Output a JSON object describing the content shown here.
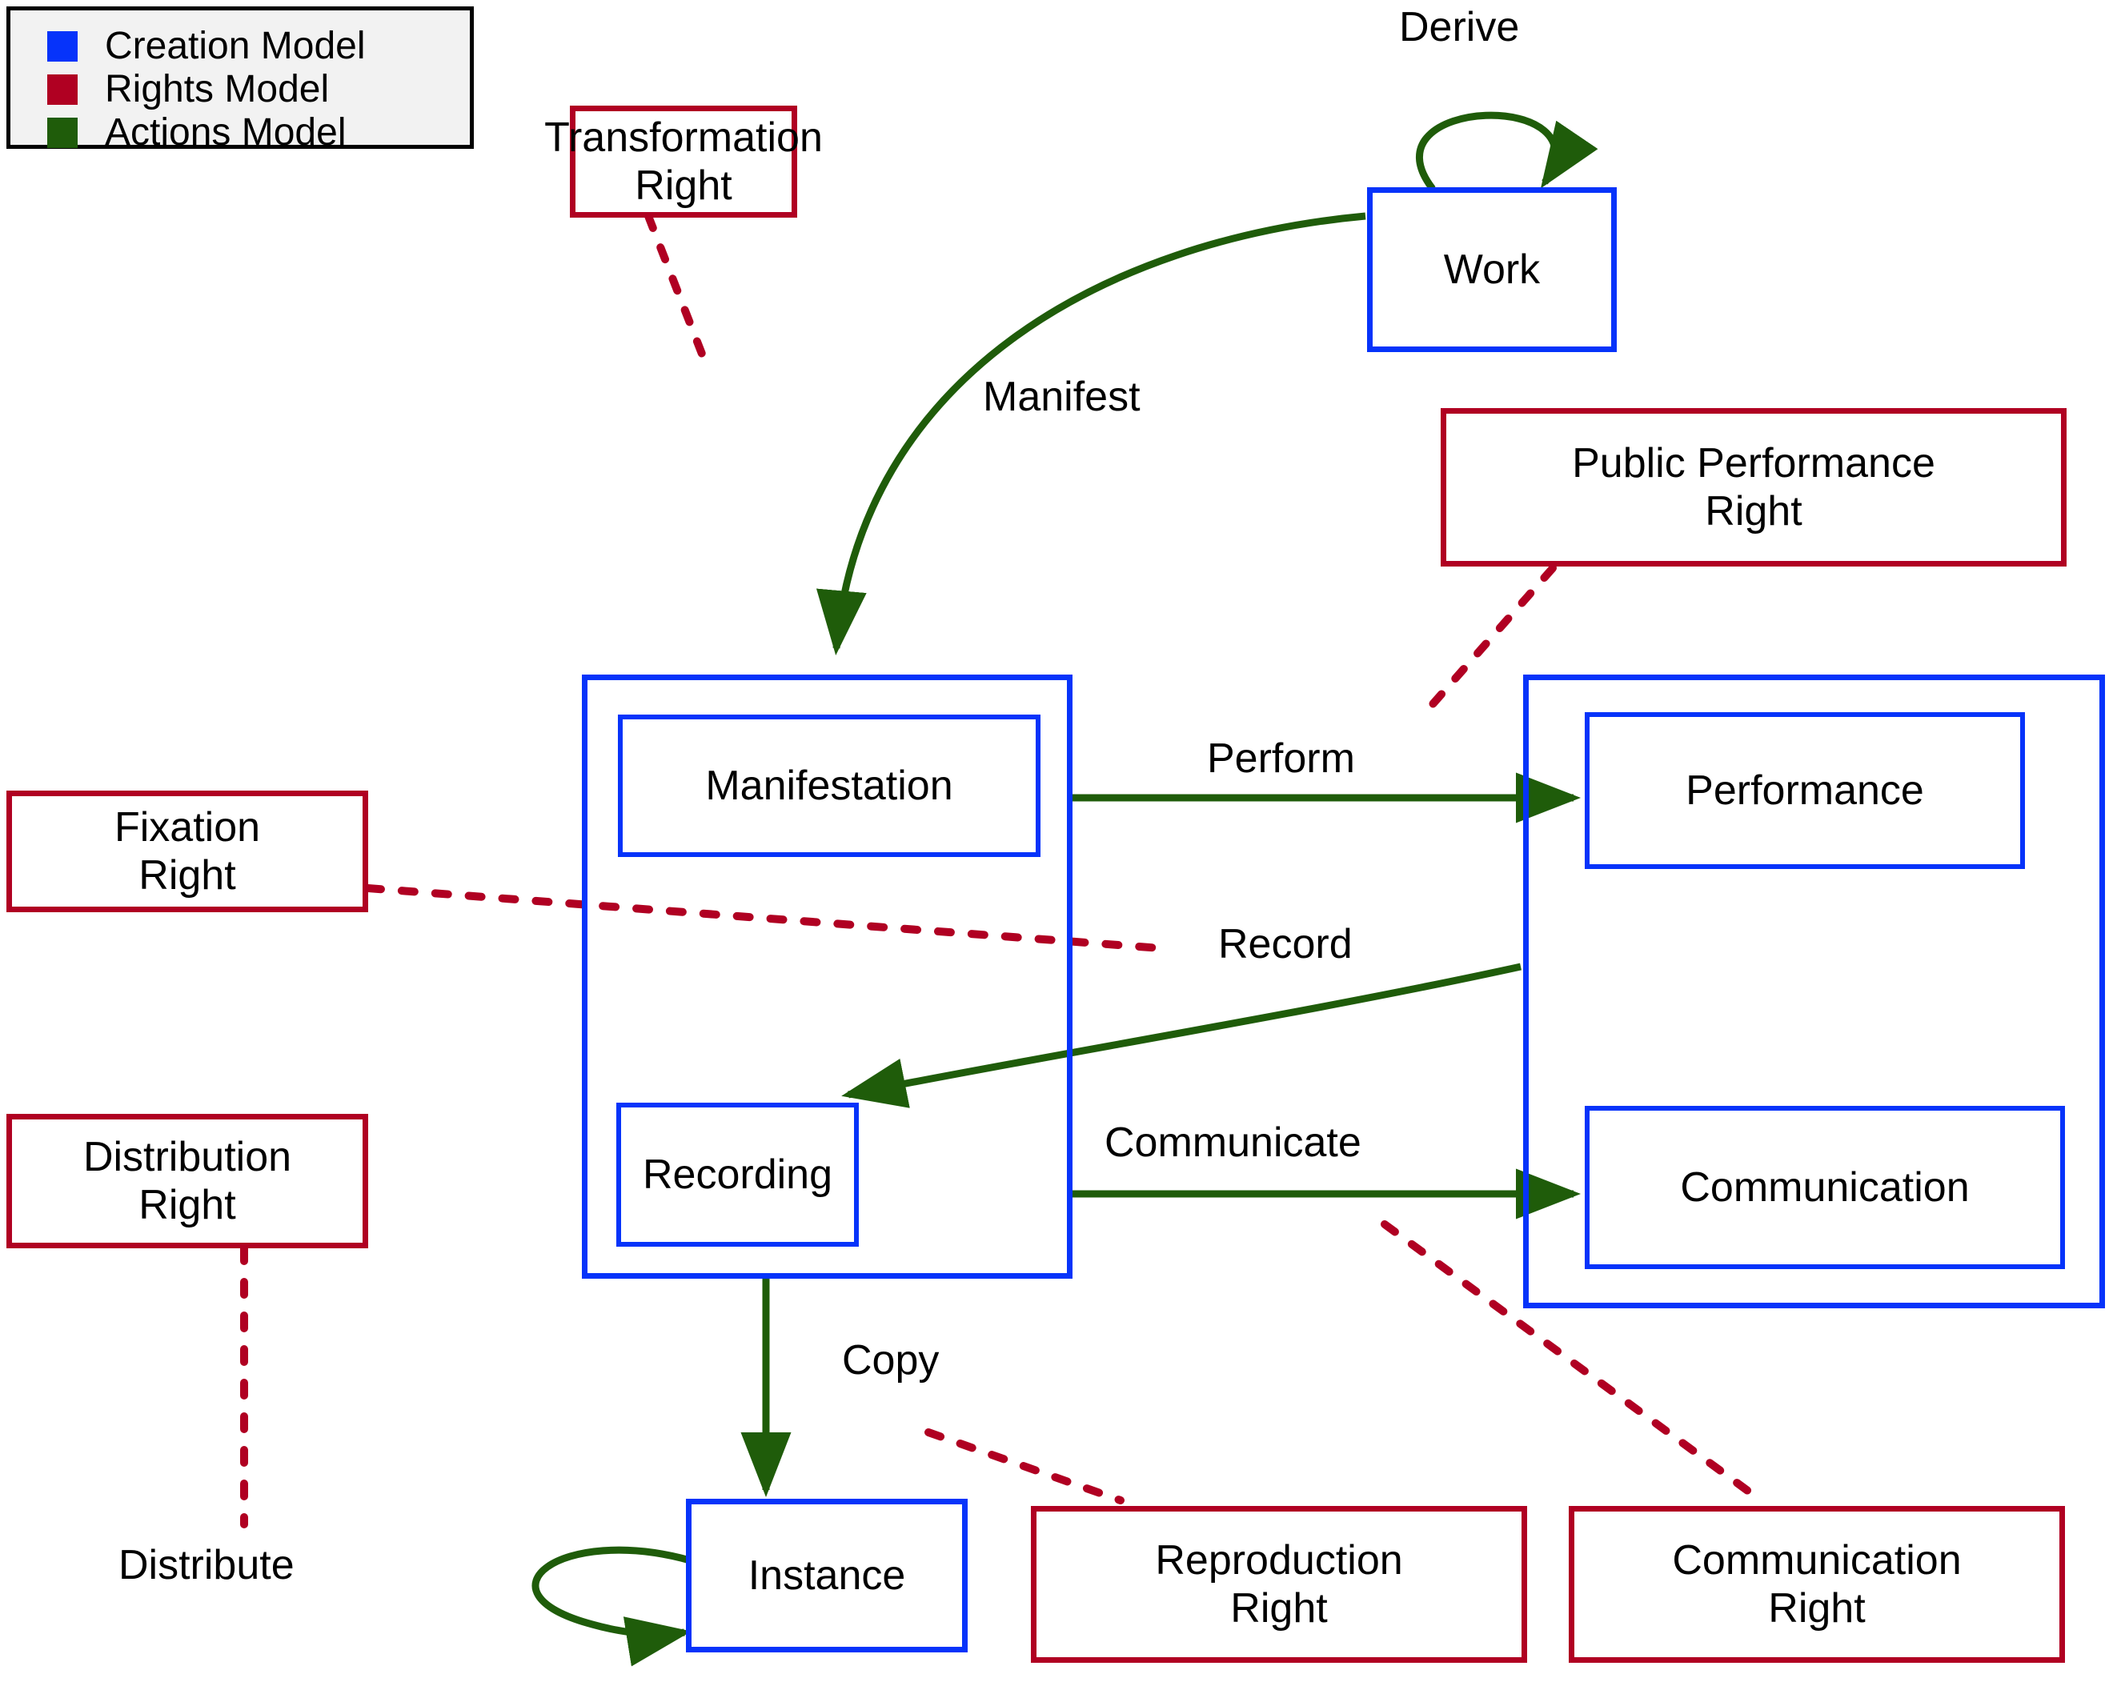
{
  "diagram": {
    "title": "Creation / Rights / Actions model relationships",
    "colors": {
      "creation": "#0633FA",
      "rights": "#B00022",
      "actions": "#1F5C0A",
      "legend_background": "#F2F2F2",
      "legend_border": "#000000",
      "text": "#000000",
      "canvas": "#FFFFFF"
    }
  },
  "legend": {
    "items": [
      {
        "label": "Creation Model",
        "color": "#0633FA",
        "swatch": "square-swatch-blue"
      },
      {
        "label": "Rights Model",
        "color": "#B00022",
        "swatch": "square-swatch-red"
      },
      {
        "label": "Actions Model",
        "color": "#1F5C0A",
        "swatch": "square-swatch-green"
      }
    ]
  },
  "creation_nodes": [
    {
      "id": "work",
      "label": "Work"
    },
    {
      "id": "manifestation",
      "label": "Manifestation"
    },
    {
      "id": "recording",
      "label": "Recording"
    },
    {
      "id": "instance",
      "label": "Instance"
    },
    {
      "id": "performance",
      "label": "Performance"
    },
    {
      "id": "communication",
      "label": "Communication"
    }
  ],
  "rights_nodes": [
    {
      "id": "transformation_right",
      "label": "Transformation\nRight"
    },
    {
      "id": "public_performance_right",
      "label": "Public Performance\nRight"
    },
    {
      "id": "fixation_right",
      "label": "Fixation\nRight"
    },
    {
      "id": "distribution_right",
      "label": "Distribution\nRight"
    },
    {
      "id": "reproduction_right",
      "label": "Reproduction\nRight"
    },
    {
      "id": "communication_right",
      "label": "Communication\nRight"
    }
  ],
  "action_edges": [
    {
      "id": "derive",
      "label": "Derive",
      "from": "work",
      "to": "work",
      "shape": "self-loop"
    },
    {
      "id": "manifest",
      "label": "Manifest",
      "from": "work",
      "to": "manifestation",
      "shape": "curve"
    },
    {
      "id": "perform",
      "label": "Perform",
      "from": "manifestation",
      "to": "performance",
      "shape": "straight"
    },
    {
      "id": "record",
      "label": "Record",
      "from": "performance",
      "to": "recording",
      "shape": "curve"
    },
    {
      "id": "communicate",
      "label": "Communicate",
      "from": "recording",
      "to": "communication",
      "shape": "straight"
    },
    {
      "id": "copy",
      "label": "Copy",
      "from": "recording",
      "to": "instance",
      "shape": "straight"
    },
    {
      "id": "distribute",
      "label": "Distribute",
      "from": "instance",
      "to": "instance",
      "shape": "self-loop"
    }
  ],
  "rights_links": [
    {
      "right": "transformation_right",
      "action": "manifest"
    },
    {
      "right": "public_performance_right",
      "action": "perform"
    },
    {
      "right": "fixation_right",
      "action": "record"
    },
    {
      "right": "distribution_right",
      "action": "distribute"
    },
    {
      "right": "reproduction_right",
      "action": "copy"
    },
    {
      "right": "communication_right",
      "action": "communicate"
    }
  ]
}
